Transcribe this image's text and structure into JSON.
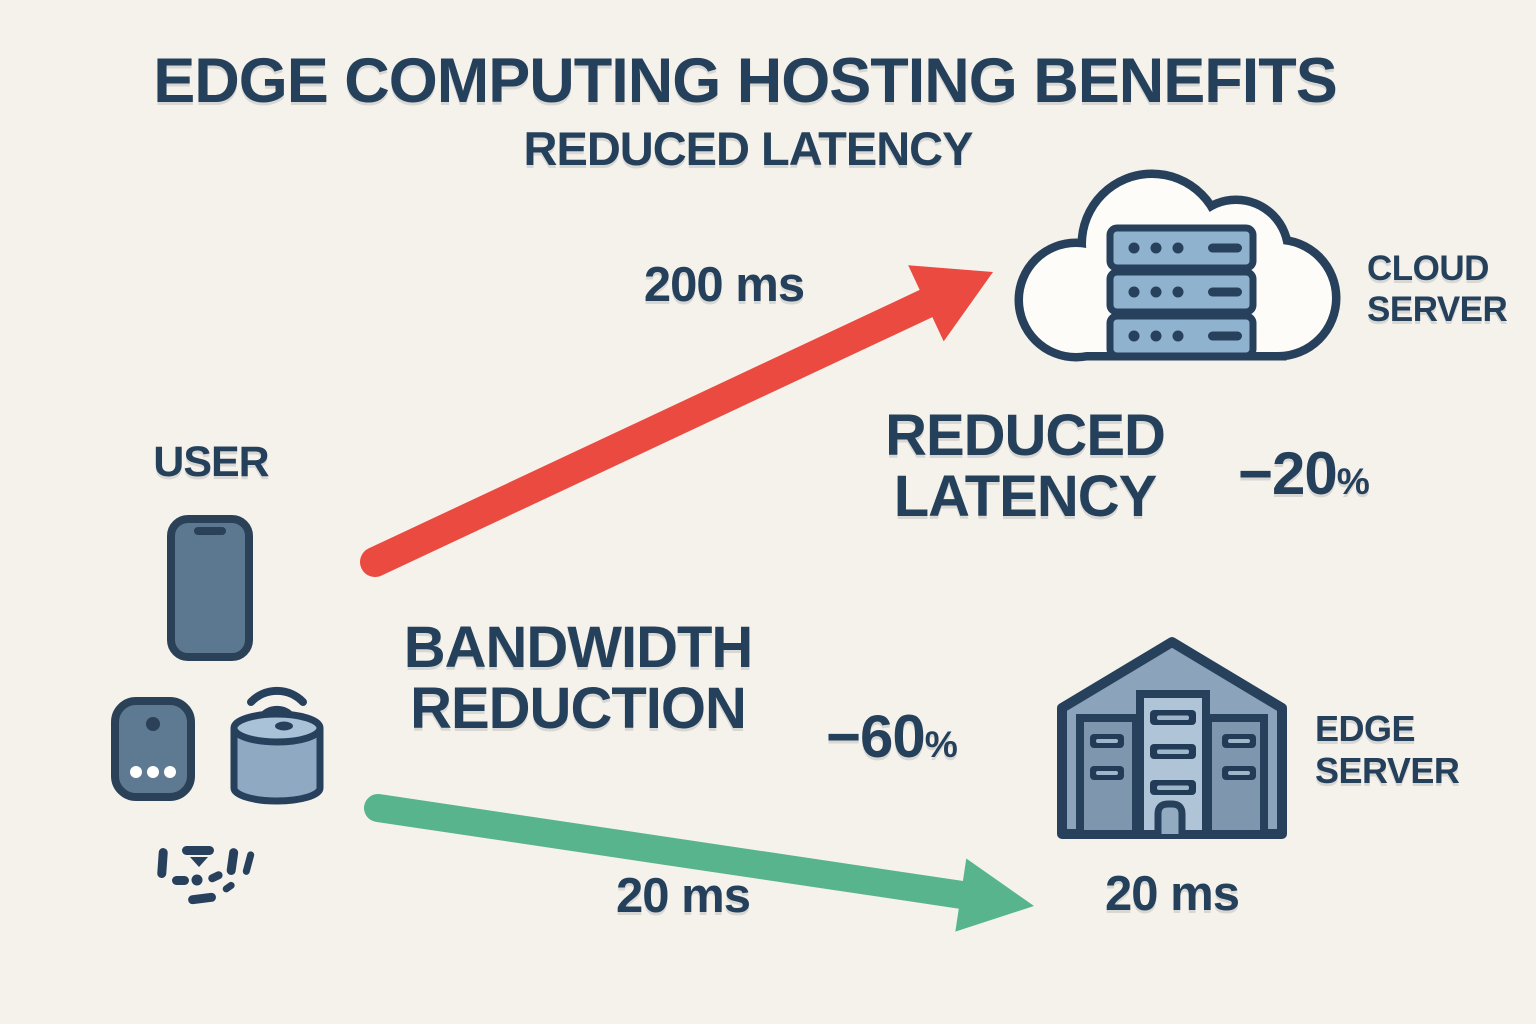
{
  "palette": {
    "background": "#f5f2ec",
    "text_navy": "#25405a",
    "outline_navy": "#27405c",
    "arrow_red": "#ea4a40",
    "arrow_green": "#58b48d",
    "device_slate": "#5c7790",
    "device_light_blue": "#8fa9c2",
    "speaker_top_blue": "#aac2d7",
    "rack_blue": "#8fb2cf",
    "building_blue": "#8ba3bb",
    "tower_light": "#b0c4d8",
    "tower_dark": "#7e96ae",
    "cloud_white": "#fdfcf9"
  },
  "header": {
    "title": "EDGE COMPUTING HOSTING BENEFITS",
    "subtitle": "REDUCED LATENCY"
  },
  "nodes": {
    "user": {
      "label": "USER"
    },
    "cloud_server": {
      "label_line1": "CLOUD",
      "label_line2": "SERVER"
    },
    "edge_server": {
      "label_line1": "EDGE",
      "label_line2": "SERVER"
    }
  },
  "paths": {
    "to_cloud": {
      "latency": "200 ms",
      "color": "#ea4a40"
    },
    "to_edge": {
      "latency": "20 ms",
      "color": "#58b48d",
      "result_latency": "20 ms"
    }
  },
  "benefits": {
    "reduced_latency": {
      "label_line1": "REDUCED",
      "label_line2": "LATENCY",
      "value": "−20",
      "unit": "%"
    },
    "bandwidth_reduction": {
      "label_line1": "BANDWIDTH",
      "label_line2": "REDUCTION",
      "value": "−60",
      "unit": "%"
    }
  },
  "icons": [
    "smartphone-icon",
    "remote-device-icon",
    "smart-speaker-icon",
    "dots-pattern-icon",
    "cloud-server-icon",
    "edge-building-icon",
    "red-arrow",
    "green-arrow",
    "wifi-waves-icon"
  ]
}
